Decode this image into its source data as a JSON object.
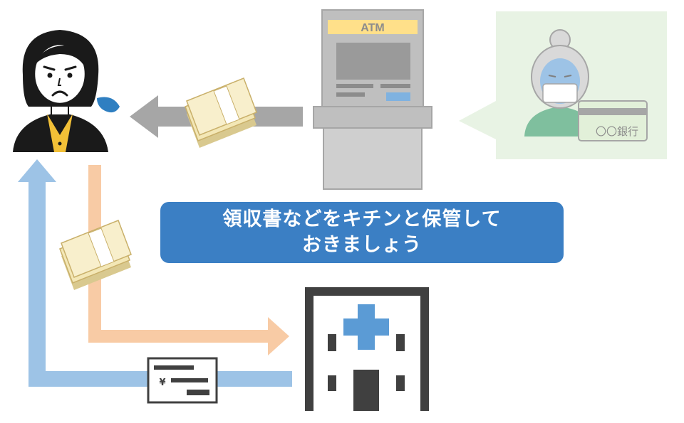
{
  "atm": {
    "label": "ATM"
  },
  "bank": {
    "card_label": "〇〇銀行"
  },
  "message": {
    "line1": "領収書などをキチンと保管して",
    "line2": "おきましょう"
  },
  "receipt": {
    "symbol": "¥"
  },
  "colors": {
    "blue_arrow": "#9dc3e6",
    "orange_arrow": "#f8cba5",
    "gray_arrow": "#a6a6a6",
    "message_bg": "#3b7fc4",
    "bubble_bg": "#e8f3e4",
    "atm_body": "#bfbfbf",
    "atm_label_bg": "#ffe08a",
    "money": "#f3e7b6",
    "hospital": "#404040",
    "hospital_cross": "#5b9bd5",
    "shirt": "#f2c037"
  }
}
